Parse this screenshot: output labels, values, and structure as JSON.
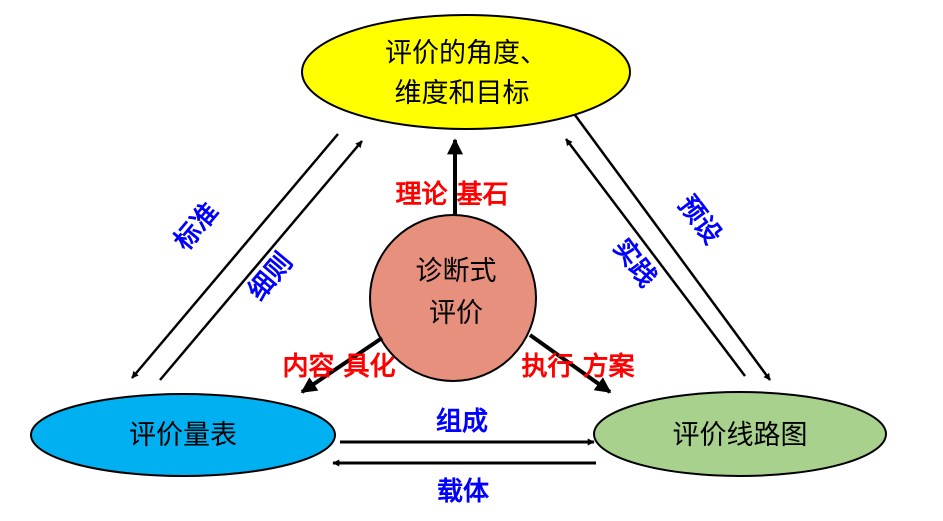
{
  "nodes": {
    "top": {
      "line1": "评价的角度、",
      "line2": "维度和目标",
      "fill": "#ffff00"
    },
    "center": {
      "line1": "诊断式",
      "line2": "评价",
      "fill": "#e8907e"
    },
    "left": {
      "label": "评价量表",
      "fill": "#00b0f0"
    },
    "right": {
      "label": "评价线路图",
      "fill": "#a9d18e"
    }
  },
  "labels": {
    "center_to_top": "理论 基石",
    "center_to_left": "内容 具化",
    "center_to_right": "执行 方案",
    "left_to_top_outer": "标准",
    "left_to_top_inner": "细则",
    "right_to_top_outer": "预设",
    "right_to_top_inner": "实践",
    "left_to_right": "组成",
    "right_to_left": "载体"
  },
  "colors": {
    "red_label": "#ff0000",
    "blue_label": "#0000ff",
    "outline": "#000000"
  }
}
